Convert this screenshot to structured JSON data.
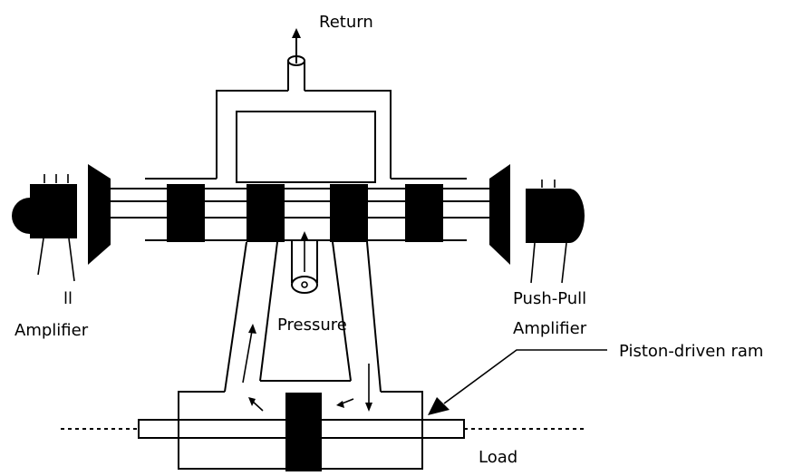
{
  "diagram": {
    "title": "Servo valve and piston-driven ram schematic",
    "labels": {
      "return": "Return",
      "pressure": "Pressure",
      "left_amplifier_partial": "ll",
      "left_amplifier": "Amplifier",
      "right_amplifier_line1": "Push-Pull",
      "right_amplifier_line2": "Amplifier",
      "piston": "Piston-driven ram",
      "load": "Load"
    },
    "colors": {
      "ink": "#000000",
      "paper": "#ffffff"
    }
  }
}
